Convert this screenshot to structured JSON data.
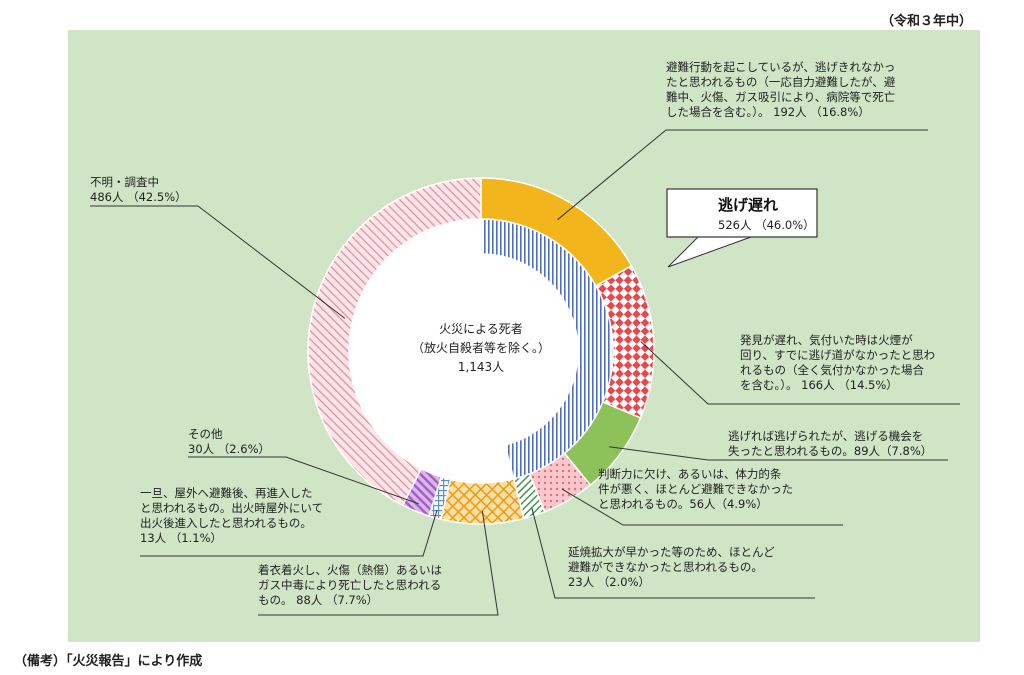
{
  "year_note": "（令和３年中）",
  "source_note": "（備考）「火災報告」により作成",
  "chart_data": {
    "type": "pie",
    "variant": "nested-donut",
    "title": "",
    "center_label": [
      "火災による死者",
      "（放火自殺者等を除く。）",
      "1,143人"
    ],
    "total": 1143,
    "inner_ring": [
      {
        "key": "escape_delay",
        "title": "逃げ遅れ",
        "count_text": "526人 （46.0%）",
        "value": 526,
        "percent": 46.0
      },
      {
        "key": "other_inner",
        "value": 617,
        "percent": 54.0
      }
    ],
    "outer_ring": [
      {
        "key": "evac_fail",
        "value": 192,
        "percent": 16.8,
        "color": "#f2b51c",
        "pattern": "solid",
        "label": [
          "避難行動を起こしているが、逃げきれなかっ",
          "たと思われるもの（一応自力避難したが、避",
          "難中、火傷、ガス吸引により、病院等で死亡",
          "した場合を含む。）。 192人 （16.8%）"
        ]
      },
      {
        "key": "late_detect",
        "value": 166,
        "percent": 14.5,
        "color": "#e8474c",
        "pattern": "diamond",
        "label": [
          "発見が遅れ、気付いた時は火煙が",
          "回り、すでに逃げ道がなかったと思わ",
          "れるもの（全く気付かなかった場合",
          "を含む。）。 166人 （14.5%）"
        ]
      },
      {
        "key": "missed_chance",
        "value": 89,
        "percent": 7.8,
        "color": "#8dc15a",
        "pattern": "solid",
        "label": [
          "逃げれば逃げられたが、逃げる機会を",
          "失ったと思われるもの。89人（7.8%）"
        ]
      },
      {
        "key": "judgment",
        "value": 56,
        "percent": 4.9,
        "color": "#f4a3a8",
        "pattern": "dots",
        "label": [
          "判断力に欠け、あるいは、体力的条",
          "件が悪く、ほとんど避難できなかった",
          "と思われるもの。56人（4.9%）"
        ]
      },
      {
        "key": "rapid_spread",
        "value": 23,
        "percent": 2.0,
        "color": "#3c8c4a",
        "pattern": "diagonal",
        "label": [
          "延焼拡大が早かった等のため、ほとんど",
          "避難ができなかったと思われるもの。",
          "23人 （2.0%）"
        ]
      },
      {
        "key": "clothing_fire",
        "value": 88,
        "percent": 7.7,
        "color": "#f0a830",
        "pattern": "cross",
        "label": [
          "着衣着火し、火傷（熱傷）あるいは",
          "ガス中毒により死亡したと思われる",
          "もの。 88人 （7.7%）"
        ]
      },
      {
        "key": "reentry",
        "value": 13,
        "percent": 1.1,
        "color": "#5a8fd0",
        "pattern": "grid",
        "label": [
          "一旦、屋外へ避難後、再進入した",
          "と思われるもの。出火時屋外にいて",
          "出火後進入したと思われるもの。",
          "13人 （1.1%）"
        ]
      },
      {
        "key": "other",
        "value": 30,
        "percent": 2.6,
        "color": "#a45cc8",
        "pattern": "zigzag",
        "label": [
          "その他",
          "30人 （2.6%）"
        ]
      },
      {
        "key": "unknown",
        "value": 486,
        "percent": 42.5,
        "color": "#f5b8c0",
        "pattern": "hatch",
        "label": [
          "不明・調査中",
          "486人 （42.5%）"
        ]
      }
    ],
    "colors": {
      "panel_bg": "#cfe5c6",
      "inner_escape": "#4e6fc4",
      "callout_border": "#333333"
    }
  }
}
